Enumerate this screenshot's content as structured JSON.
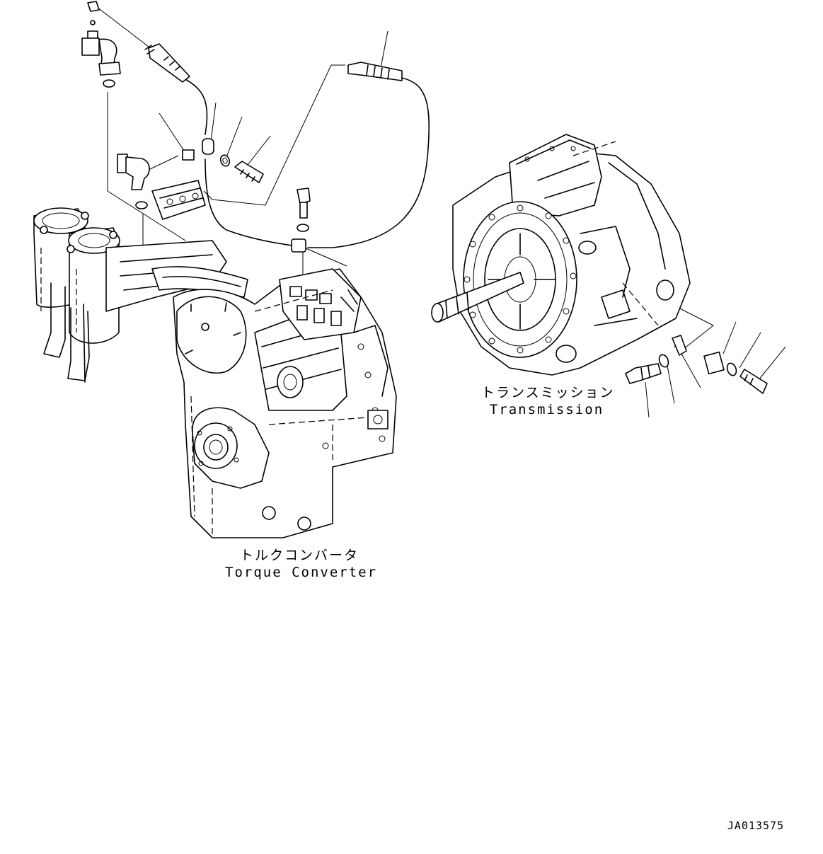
{
  "labels": {
    "torque_converter_jp": "トルクコンバータ",
    "torque_converter_en": "Torque Converter",
    "transmission_jp": "トランスミッション",
    "transmission_en": "Transmission",
    "drawing_code": "JA013575"
  },
  "colors": {
    "line": "#000000",
    "background": "#ffffff"
  }
}
